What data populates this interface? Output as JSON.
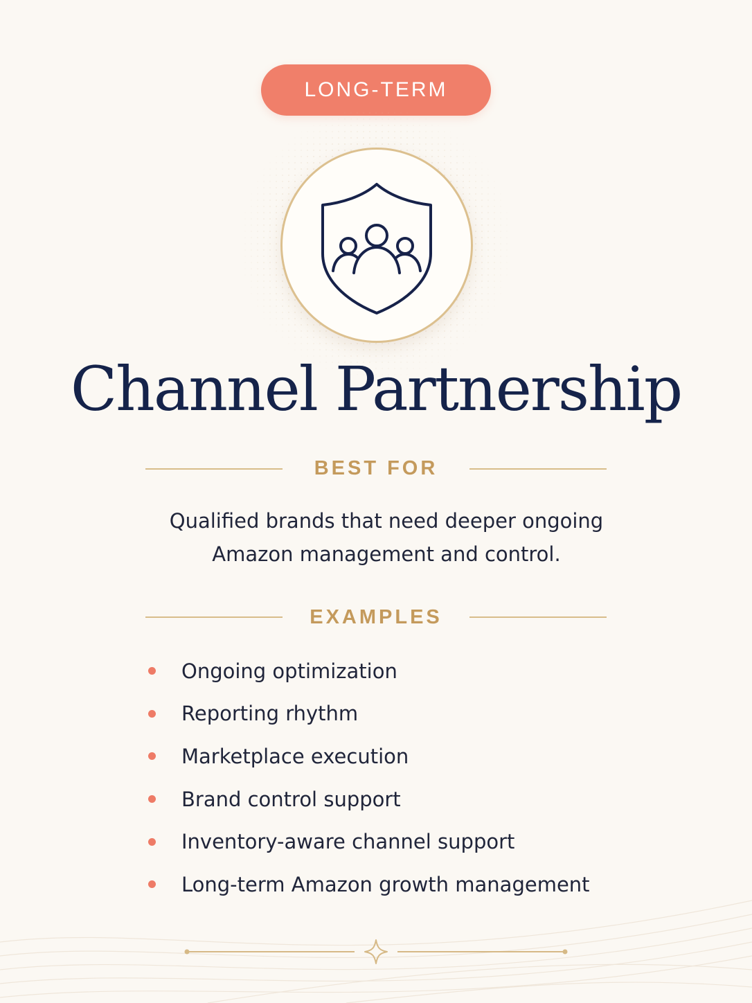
{
  "badge": {
    "label": "LONG-TERM"
  },
  "emblem": {
    "icon": "shield-group-icon"
  },
  "title": "Channel Partnership",
  "best_for": {
    "label": "BEST FOR",
    "lines": [
      "Qualified brands that need deeper ongoing",
      "Amazon management and control."
    ]
  },
  "examples": {
    "label": "EXAMPLES",
    "items": [
      "Ongoing optimization",
      "Reporting rhythm",
      "Marketplace execution",
      "Brand control support",
      "Inventory-aware channel support",
      "Long-term Amazon growth management"
    ]
  },
  "colors": {
    "accent": "#f07f6a",
    "gold": "#c49a5c",
    "navy": "#15234a",
    "background": "#fbf8f3"
  }
}
